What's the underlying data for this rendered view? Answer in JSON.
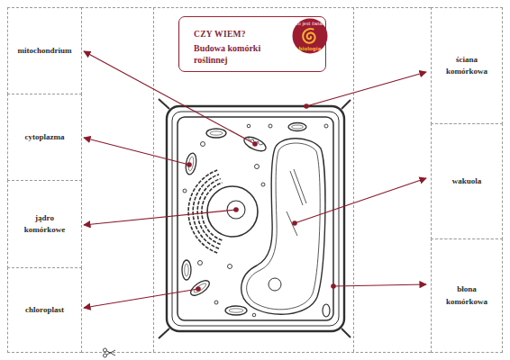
{
  "diagram": {
    "nodes": [
      {
        "text": [
          "CZY WIEM?",
          "Budowa komórki roślinnej"
        ]
      },
      {
        "text": [
          "to jest świat",
          "biologia"
        ],
        "in": 0
      },
      {
        "text": [
          "mitochondrium"
        ]
      },
      {
        "text": [
          "cytoplazma"
        ]
      },
      {
        "text": [
          "jądro komórkowe"
        ]
      },
      {
        "text": [
          "chloroplast"
        ]
      },
      {
        "text": [
          "ściana komórkowa"
        ]
      },
      {
        "text": [
          "wakuola"
        ]
      },
      {
        "text": [
          "błona komórkowa"
        ]
      }
    ]
  }
}
